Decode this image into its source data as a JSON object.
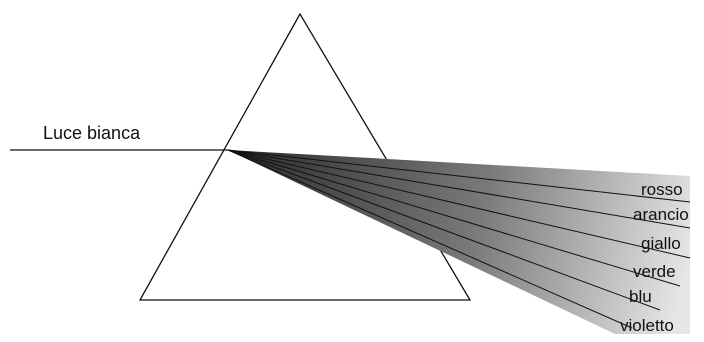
{
  "diagram": {
    "incident_label": "Luce bianca",
    "spectrum_labels": [
      "rosso",
      "arancio",
      "giallo",
      "verde",
      "blu",
      "violetto"
    ],
    "colors": {
      "stroke": "#111111",
      "beam_dark": "#2a2a2a",
      "beam_light": "#e6e6e6",
      "background": "#ffffff"
    }
  }
}
